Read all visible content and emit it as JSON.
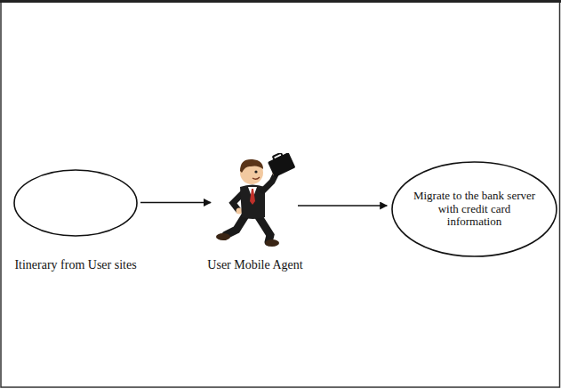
{
  "diagram": {
    "nodes": [
      {
        "text": [
          "Itinerary from User sites"
        ]
      },
      {
        "text": [
          "User Mobile Agent"
        ]
      },
      {
        "text": [
          "Migrate to the bank server with credit card information"
        ]
      }
    ],
    "edges": [
      {
        "from": 0,
        "to": 1,
        "arrow": "to"
      },
      {
        "from": 1,
        "to": 2,
        "arrow": "to"
      }
    ]
  }
}
